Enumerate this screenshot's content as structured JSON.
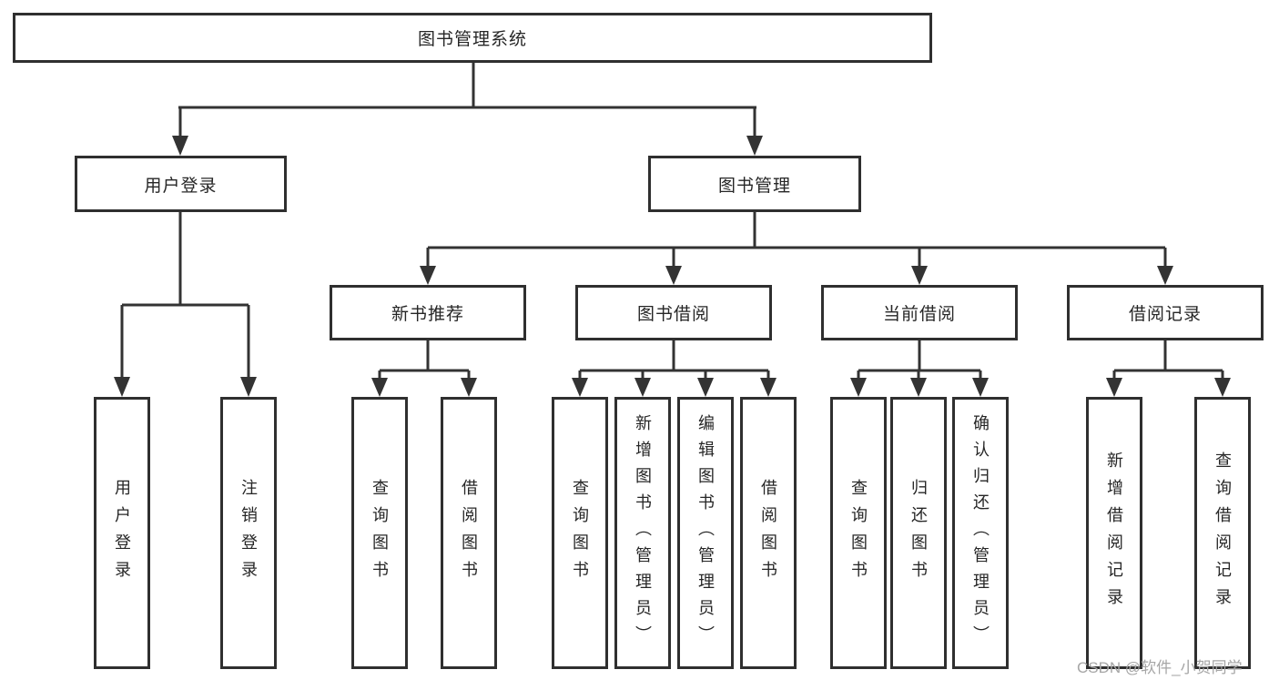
{
  "colors": {
    "line": "#333333",
    "box_border": "#2f2f2f",
    "text": "#262626",
    "watermark": "#a6a6a6",
    "background": "#ffffff"
  },
  "tree": {
    "root": {
      "label": "图书管理系统"
    },
    "branches": [
      {
        "label": "用户登录",
        "children": [
          {
            "label": "用户登录"
          },
          {
            "label": "注销登录"
          }
        ]
      },
      {
        "label": "图书管理",
        "children": [
          {
            "label": "新书推荐",
            "children": [
              {
                "label": "查询图书"
              },
              {
                "label": "借阅图书"
              }
            ]
          },
          {
            "label": "图书借阅",
            "children": [
              {
                "label": "查询图书"
              },
              {
                "label": "新增图书（管理员）"
              },
              {
                "label": "编辑图书（管理员）"
              },
              {
                "label": "借阅图书"
              }
            ]
          },
          {
            "label": "当前借阅",
            "children": [
              {
                "label": "查询图书"
              },
              {
                "label": "归还图书"
              },
              {
                "label": "确认归还（管理员）"
              }
            ]
          },
          {
            "label": "借阅记录",
            "children": [
              {
                "label": "新增借阅记录"
              },
              {
                "label": "查询借阅记录"
              }
            ]
          }
        ]
      }
    ]
  },
  "watermark": {
    "text": "CSDN @软件_小贺同学"
  }
}
